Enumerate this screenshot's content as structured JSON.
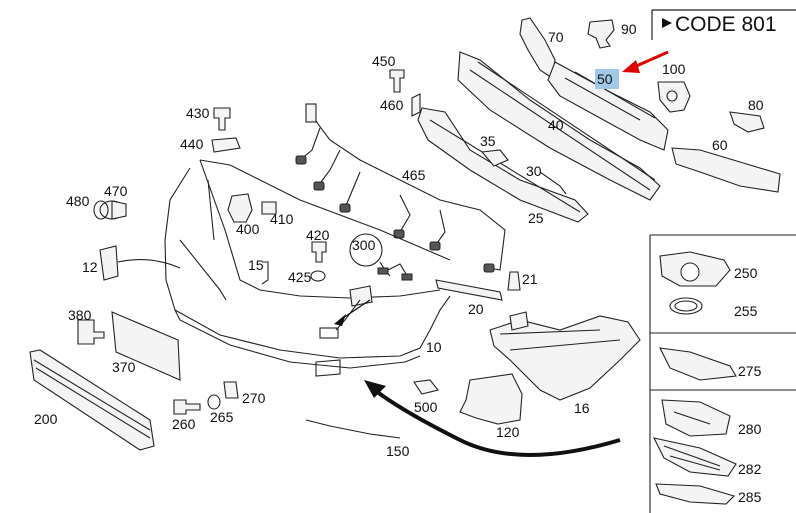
{
  "code_box": {
    "text": "CODE 801"
  },
  "highlight": {
    "label": "50",
    "color": "#9fc9e6"
  },
  "arrow_color": "#e00000",
  "labels": {
    "p90": "90",
    "p70": "70",
    "p100": "100",
    "p80": "80",
    "p60": "60",
    "p40": "40",
    "p450": "450",
    "p460": "460",
    "p430": "430",
    "p440": "440",
    "p35": "35",
    "p30": "30",
    "p25": "25",
    "p465": "465",
    "p480": "480",
    "p470": "470",
    "p400": "400",
    "p410": "410",
    "p420": "420",
    "p300": "300",
    "p12": "12",
    "p15": "15",
    "p425": "425",
    "p21": "21",
    "p20": "20",
    "p380": "380",
    "p370": "370",
    "p10": "10",
    "p200": "200",
    "p270": "270",
    "p260": "260",
    "p265": "265",
    "p500": "500",
    "p16": "16",
    "p120": "120",
    "p150": "150",
    "p250": "250",
    "p255": "255",
    "p275": "275",
    "p280": "280",
    "p282": "282",
    "p285": "285"
  }
}
